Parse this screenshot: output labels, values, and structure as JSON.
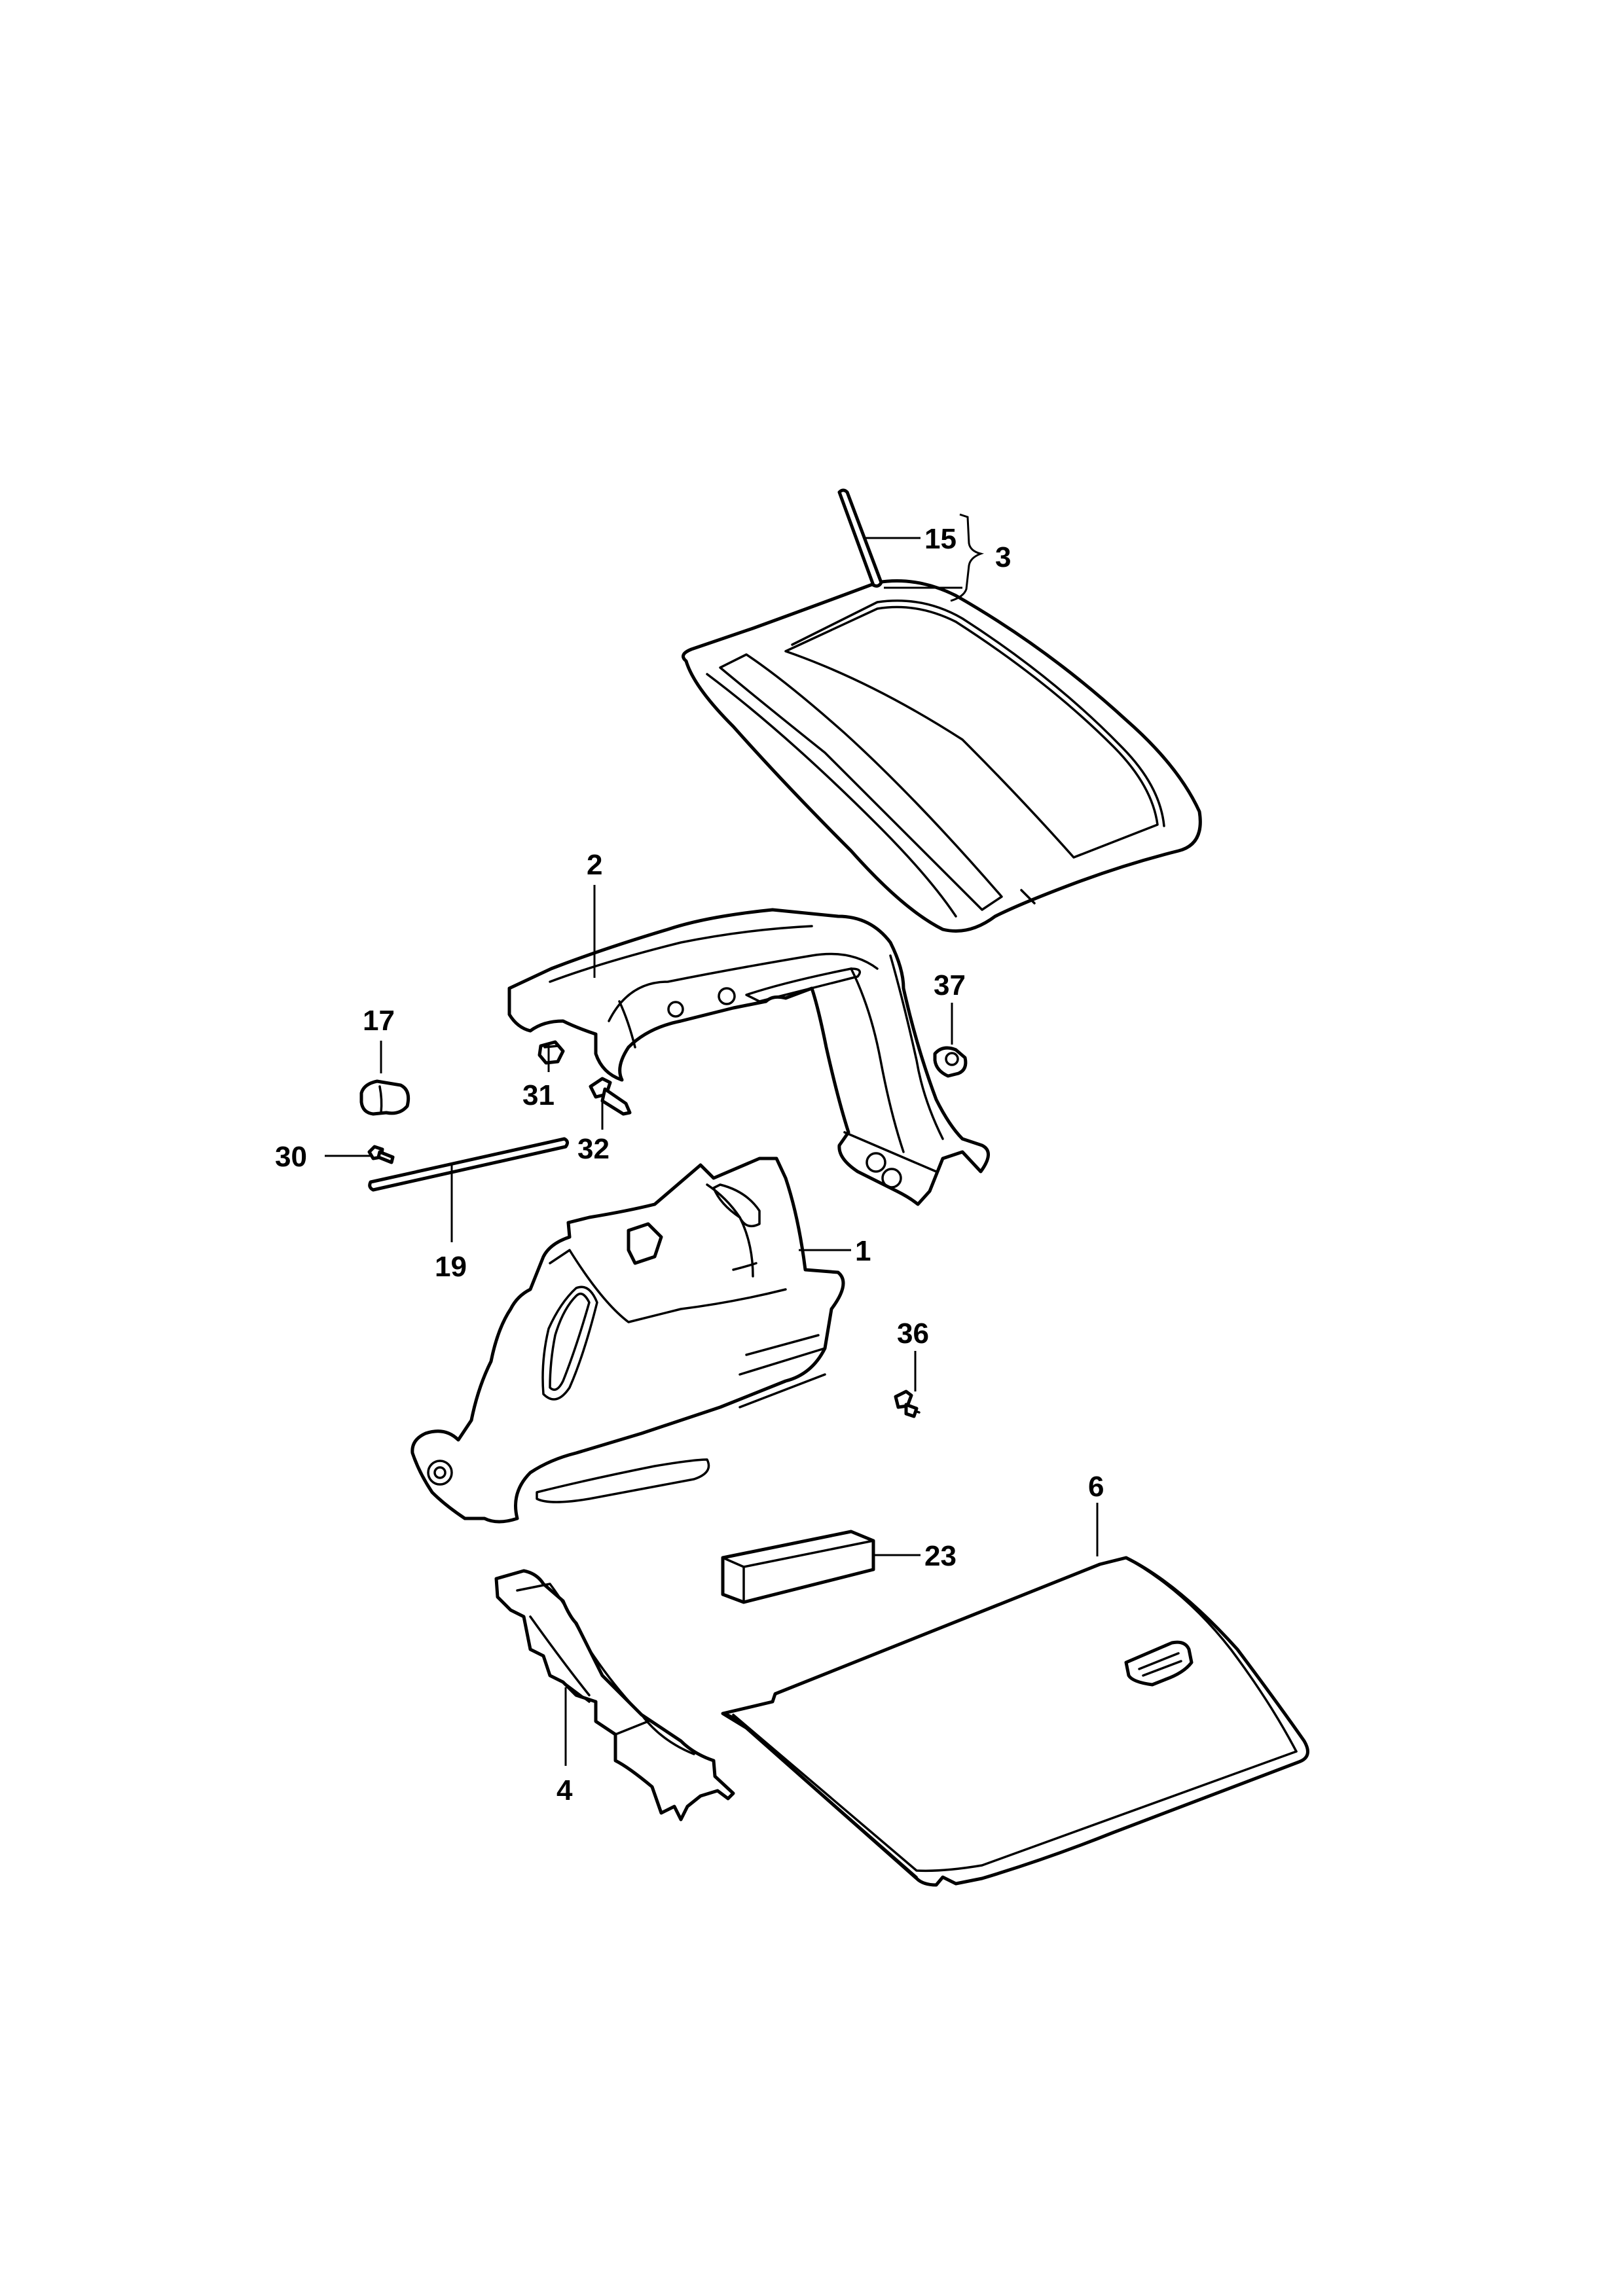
{
  "callouts": {
    "p1": "1",
    "p2": "2",
    "p3": "3",
    "p4": "4",
    "p6": "6",
    "p15": "15",
    "p17": "17",
    "p19": "19",
    "p23": "23",
    "p30": "30",
    "p31": "31",
    "p32": "32",
    "p36": "36",
    "p37": "37"
  }
}
